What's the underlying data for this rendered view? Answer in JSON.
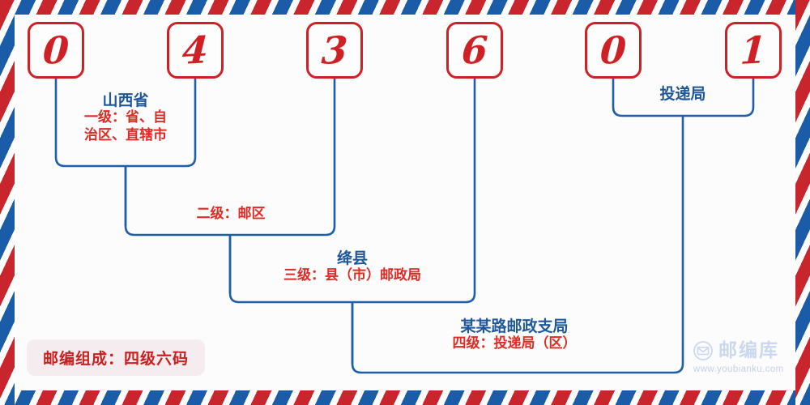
{
  "postcode": {
    "full": "043601",
    "digits": [
      {
        "index": 1,
        "value": "0"
      },
      {
        "index": 2,
        "value": "4"
      },
      {
        "index": 3,
        "value": "3"
      },
      {
        "index": 4,
        "value": "6"
      },
      {
        "index": 5,
        "value": "0"
      },
      {
        "index": 6,
        "value": "1"
      }
    ]
  },
  "groups": [
    {
      "id": "level-1",
      "title": "山西省",
      "subtitle_line1": "一级：省、自",
      "subtitle_line2": "治区、直辖市",
      "covers_digits": [
        1,
        2
      ]
    },
    {
      "id": "level-2",
      "title": "",
      "subtitle_line1": "二级：邮区",
      "subtitle_line2": "",
      "covers_digits": [
        1,
        2,
        3
      ]
    },
    {
      "id": "level-3",
      "title": "绛县",
      "subtitle_line1": "三级：县（市）邮政局",
      "subtitle_line2": "",
      "covers_digits": [
        1,
        2,
        3,
        4
      ]
    },
    {
      "id": "level-4",
      "title": "某某路邮政支局",
      "subtitle_line1": "四级：投递局（区）",
      "subtitle_line2": "",
      "covers_digits": [
        1,
        2,
        3,
        4,
        5,
        6
      ]
    },
    {
      "id": "delivery-office",
      "title": "投递局",
      "subtitle_line1": "",
      "subtitle_line2": "",
      "covers_digits": [
        5,
        6
      ]
    }
  ],
  "badge": {
    "label": "邮编组成：四级六码"
  },
  "watermark": {
    "icon": "envelope-circle-icon",
    "brand": "邮编库",
    "url": "www.youbianku.com"
  },
  "colors": {
    "digit_red": "#cf2026",
    "label_red": "#e02b24",
    "title_blue": "#1e5799",
    "wire_blue": "#1f5ea8",
    "stripe_red": "#c9252c",
    "stripe_blue": "#1a5ca8",
    "badge_bg": "#f4ecef",
    "watermark_blue": "#c9d6ef",
    "page_bg": "#fcfcfc"
  }
}
